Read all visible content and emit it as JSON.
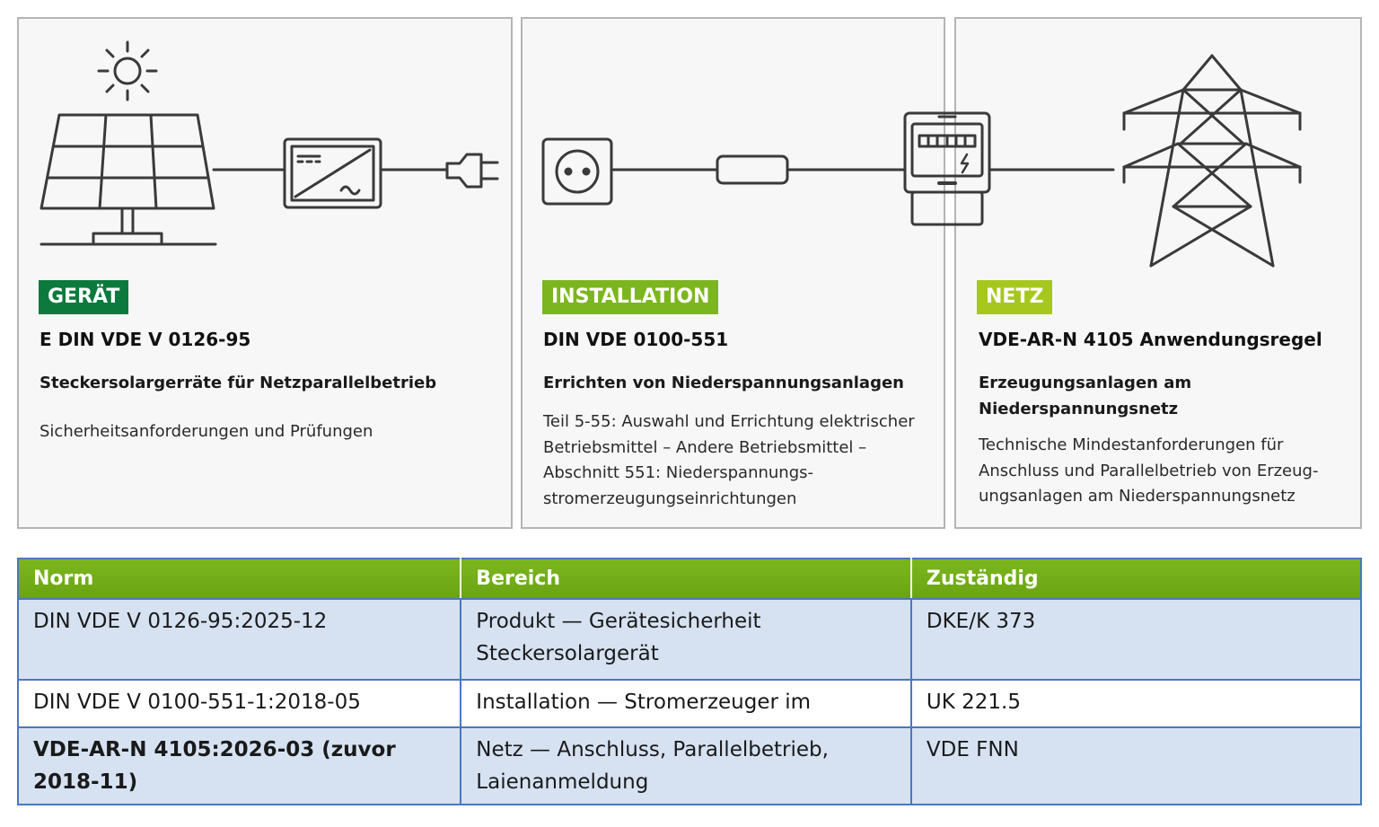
{
  "panels": [
    {
      "badge": "GERÄT",
      "badge_color": "#0b7a3c",
      "norm": "E DIN VDE V 0126-95",
      "subtitle": "Steckersolargerräte für Netzparallelbetrieb",
      "description": "Sicherheitsanforderungen und Prüfungen"
    },
    {
      "badge": "INSTALLATION",
      "badge_color": "#7cb61e",
      "norm": "DIN VDE 0100-551",
      "subtitle": "Errichten von Niederspannungsanlagen",
      "description": "Teil 5-55: Auswahl und Errichtung elektrischer Betriebsmittel – Andere Betriebsmittel – Abschnitt 551: Niederspannungs-stromerzeugungseinrichtungen"
    },
    {
      "badge": "NETZ",
      "badge_color": "#a6c81e",
      "norm": "VDE-AR-N 4105 Anwendungsregel",
      "subtitle": "Erzeugungsanlagen am Niederspannungsnetz",
      "description": "Technische Mindestanforderungen für Anschluss und Parallelbetrieb von Erzeug-ungsanlagen am Niederspannungsnetz"
    }
  ],
  "icons": [
    "sun-icon",
    "solar-panel-icon",
    "inverter-icon",
    "plug-icon",
    "socket-icon",
    "fuse-icon",
    "electricity-meter-icon",
    "power-pylon-icon"
  ],
  "table": {
    "headers": [
      "Norm",
      "Bereich",
      "Zuständig"
    ],
    "rows": [
      [
        "DIN VDE V 0126-95:2025-12",
        "Produkt — Gerätesicherheit Steckersolargerät",
        "DKE/K 373"
      ],
      [
        "DIN VDE V 0100-551-1:2018-05",
        "Installation — Stromerzeuger im",
        "UK 221.5"
      ],
      [
        "VDE-AR-N 4105:2026-03 (zuvor 2018-11)",
        "Netz — Anschluss, Parallelbetrieb, Laienanmeldung",
        "VDE FNN"
      ]
    ],
    "header_color": "#7cb61e",
    "row_shade_color": "#d6e2f2",
    "border_color": "#4a78c0"
  }
}
